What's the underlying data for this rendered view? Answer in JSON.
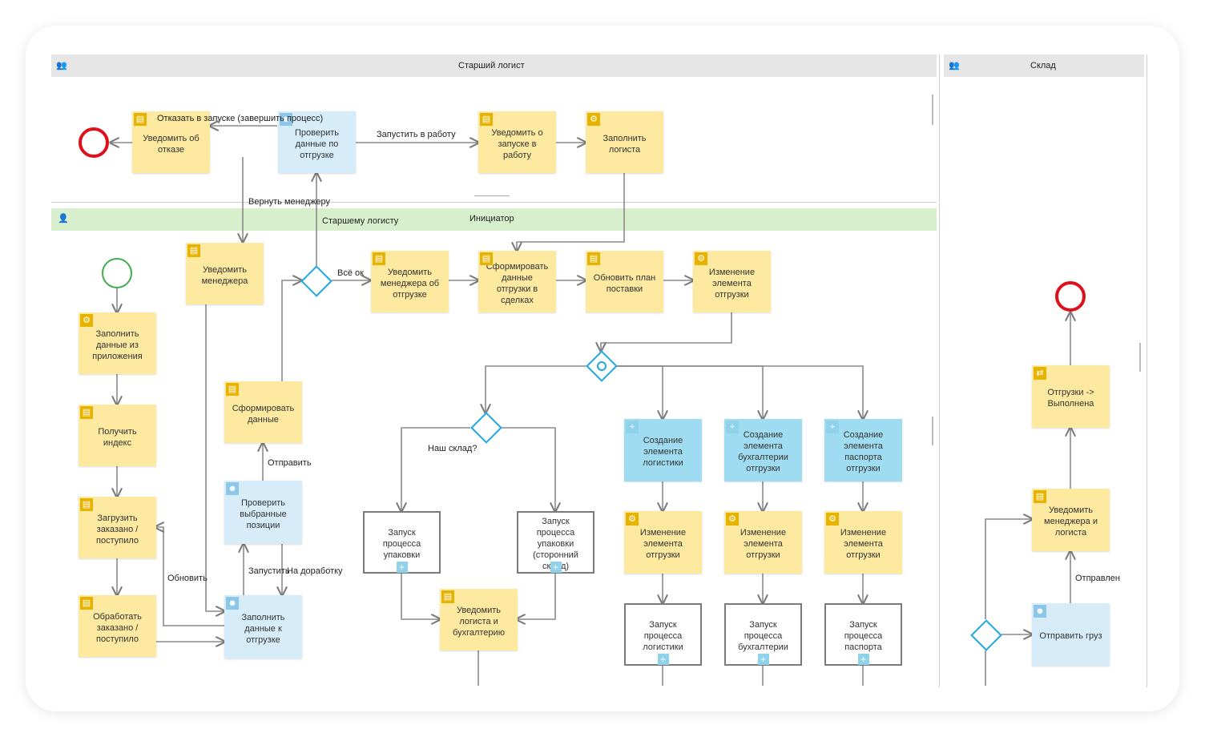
{
  "lanes": {
    "senior": {
      "title": "Старший логист"
    },
    "warehouse": {
      "title": "Склад"
    },
    "initiator": {
      "title": "Инициатор"
    }
  },
  "icons": {
    "group": "group-icon",
    "person": "person-icon",
    "document": "document-icon",
    "gear": "gear-icon",
    "user": "user-task-icon",
    "plus": "subprocess-plus-icon",
    "sync": "sync-icon"
  },
  "colors": {
    "task": "#fde9a0",
    "user_task": "#d6ecf8",
    "subprocess_blue": "#9fdcf2",
    "gateway": "#1ea7e0",
    "start_event": "#3fae4a",
    "end_event": "#e0101a",
    "lane_header": "#e6e6e6",
    "initiator_lane": "#d8efcd"
  },
  "nodes": {
    "notify_refusal": "Уведомить об отказе",
    "check_shipment": "Проверить данные по отгрузке",
    "notify_launch": "Уведомить о запуске в работу",
    "fill_logist": "Заполнить логиста",
    "notify_manager": "Уведомить менеджера",
    "notify_manager_shipment": "Уведомить менеджера об отгрузке",
    "form_deal_data": "Сформировать данные отгрузки в сделках",
    "update_plan": "Обновить план поставки",
    "change_shipment_1": "Изменение элемента отгрузки",
    "fill_from_app": "Заполнить данные из приложения",
    "get_index": "Получить индекс",
    "load_ordered": "Загрузить заказано / поступило",
    "process_ordered": "Обработать заказано / поступило",
    "form_data": "Сформировать данные",
    "check_selected": "Проверить выбранные позиции",
    "fill_shipment_data": "Заполнить данные к отгрузке",
    "launch_packing": "Запуск процесса упаковки",
    "launch_packing_ext": "Запуск процесса упаковки (сторонний склад)",
    "notify_logist_acc": "Уведомить логиста и бухгалтерию",
    "create_logistics": "Создание элемента логистики",
    "create_accounting": "Создание элемента бухгалтерии отгрузки",
    "create_passport": "Создание элемента паспорта отгрузки",
    "change_shipment_2": "Изменение элемента отгрузки",
    "change_shipment_3": "Изменение элемента отгрузки",
    "change_shipment_4": "Изменение элемента отгрузки",
    "launch_logistics": "Запуск процесса логистики",
    "launch_accounting": "Запуск процесса бухгалтерии",
    "launch_passport": "Запуск процесса паспорта",
    "shipments_done": "Отгрузки -> Выполнена",
    "notify_manager_logist": "Уведомить менеджера и логиста",
    "send_cargo": "Отправить груз"
  },
  "labels": {
    "refuse": "Отказать в запуске (завершить процесс)",
    "start_work": "Запустить в работу",
    "return_manager": "Вернуть менеджеру",
    "to_senior": "Старшему логисту",
    "all_ok": "Всё ок",
    "our_warehouse": "Наш склад?",
    "send": "Отправить",
    "update": "Обновить",
    "launch": "Запустить",
    "rework": "На доработку",
    "sent": "Отправлен"
  }
}
